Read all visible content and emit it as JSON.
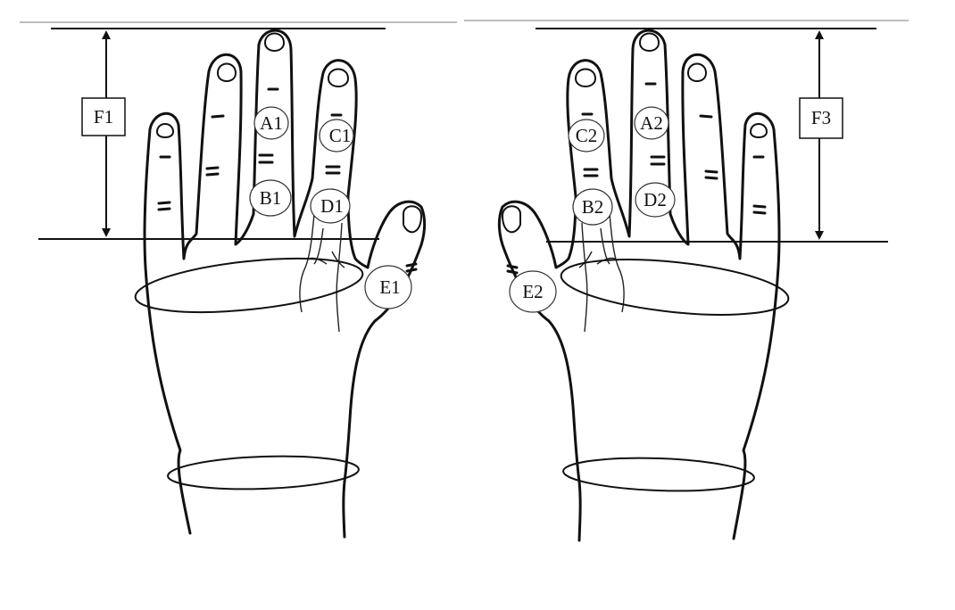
{
  "labels": {
    "left": {
      "f": "F1",
      "a": "A1",
      "b": "B1",
      "c": "C1",
      "d": "D1",
      "e": "E1"
    },
    "right": {
      "f": "F3",
      "a": "A2",
      "b": "B2",
      "c": "C2",
      "d": "D2",
      "e": "E2"
    }
  },
  "colors": {
    "ink": "#111111",
    "panel_divider": "#bdbdbd",
    "background": "#ffffff"
  }
}
